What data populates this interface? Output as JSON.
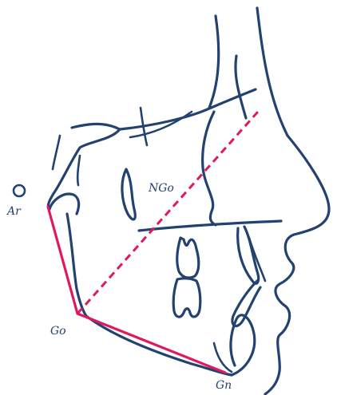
{
  "labels": {
    "ar": "Ar",
    "ngo": "NGo",
    "go": "Go",
    "gn": "Gn"
  },
  "colors": {
    "tracing": "#23426f",
    "measurement_lines": "#e0185f",
    "background": "#ffffff"
  }
}
